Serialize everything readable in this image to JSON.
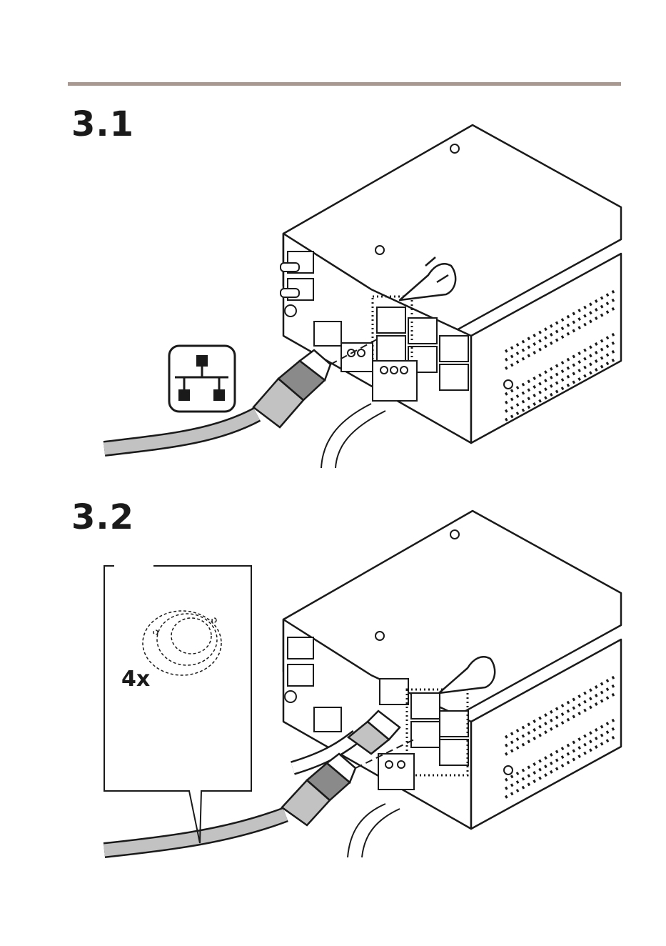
{
  "header": {
    "rule_color": "#a89890"
  },
  "steps": [
    {
      "number": "3.1"
    },
    {
      "number": "3.2",
      "callout_quantity": "4x"
    }
  ],
  "icons": [
    "network-topology-icon",
    "camera-dome-icon",
    "pointing-hand-icon",
    "rj45-plug-icon",
    "terminal-block-icon"
  ]
}
